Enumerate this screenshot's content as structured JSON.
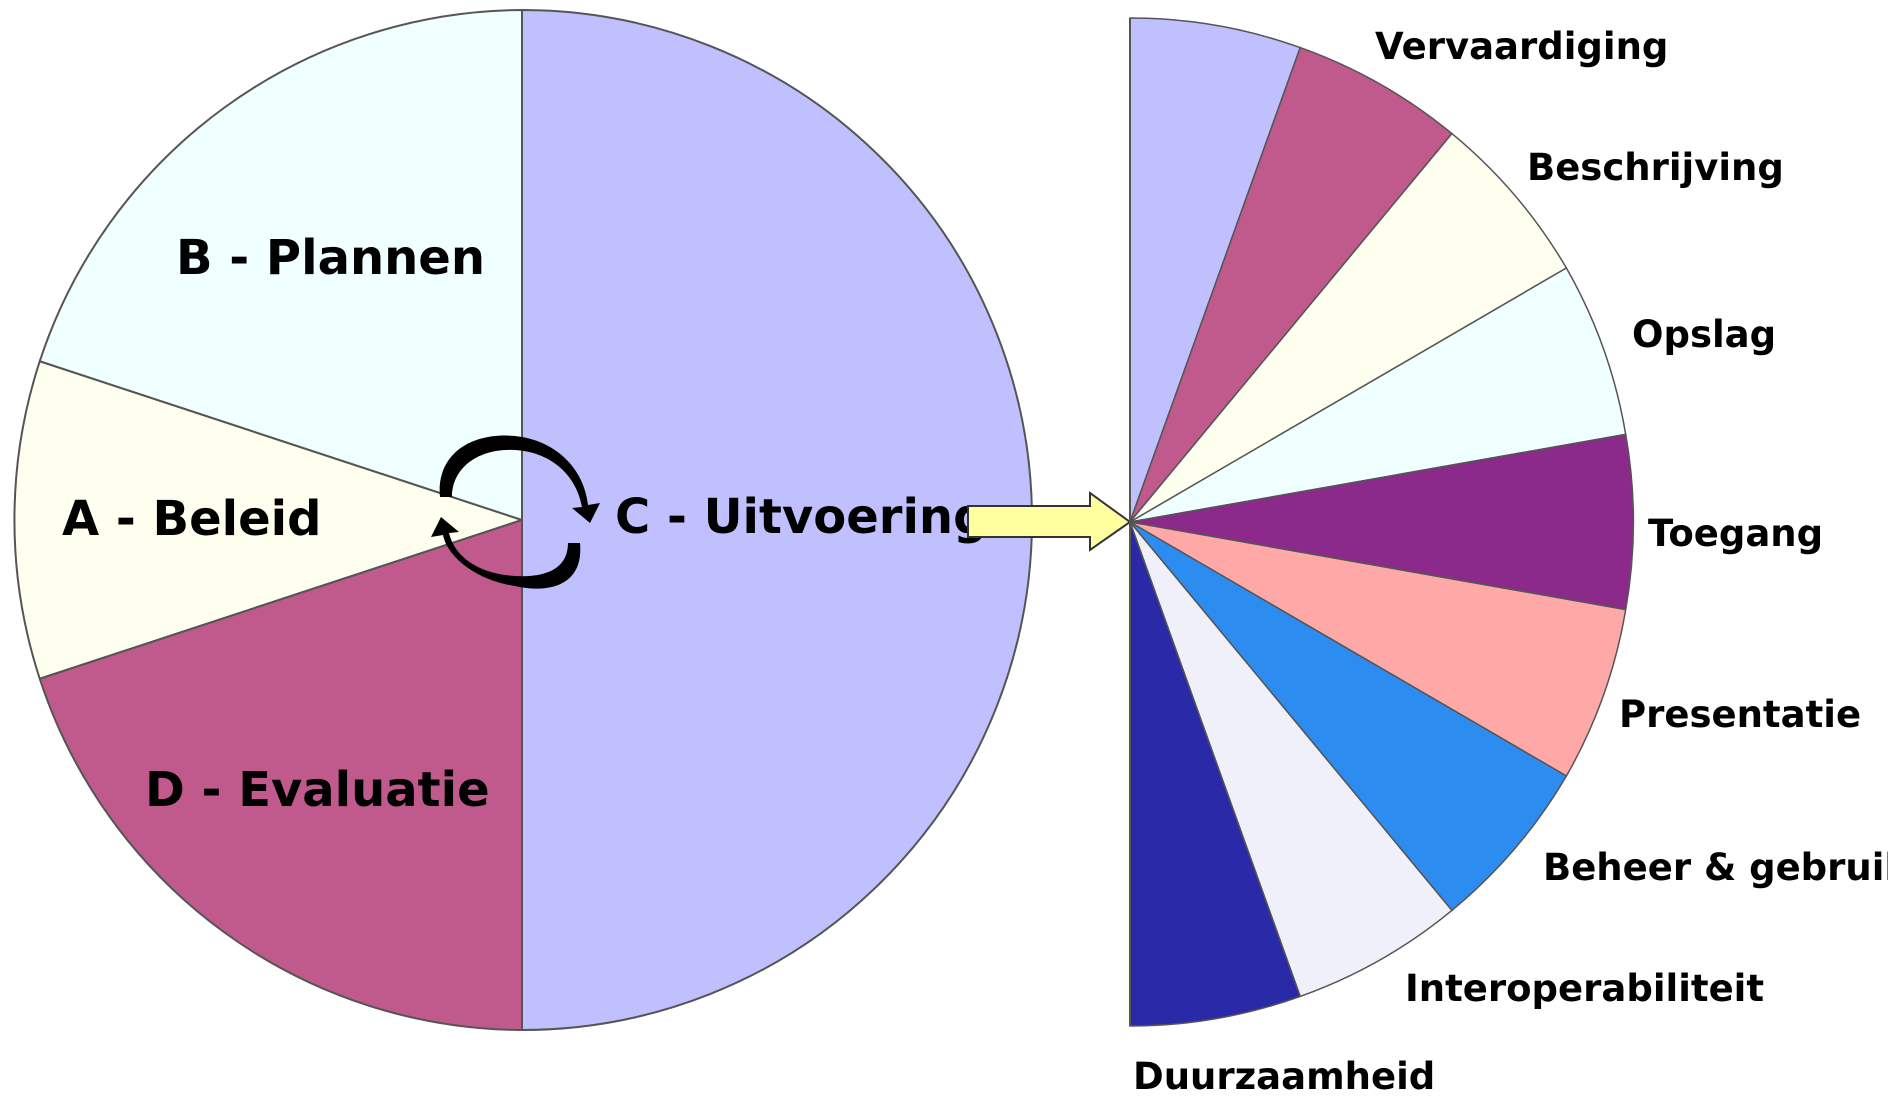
{
  "main_cycle": {
    "segments": [
      {
        "id": "A",
        "label": "A - Beleid",
        "color": "#FFFFF0"
      },
      {
        "id": "B",
        "label": "B - Plannen",
        "color": "#F0FFFF"
      },
      {
        "id": "C",
        "label": "C - Uitvoering",
        "color": "#C0C0FF"
      },
      {
        "id": "D",
        "label": "D - Evaluatie",
        "color": "#C05A8C"
      }
    ]
  },
  "execution_breakdown": {
    "segments": [
      {
        "id": "first",
        "label": "",
        "color": "#C0C0FF"
      },
      {
        "id": "vervaardiging",
        "label": "Vervaardiging",
        "color": "#C05A8C"
      },
      {
        "id": "beschrijving",
        "label": "Beschrijving",
        "color": "#FFFFF0"
      },
      {
        "id": "opslag",
        "label": "Opslag",
        "color": "#F0FFFF"
      },
      {
        "id": "toegang",
        "label": "Toegang",
        "color": "#8B2A8B"
      },
      {
        "id": "presentatie",
        "label": "Presentatie",
        "color": "#FFA8A8"
      },
      {
        "id": "beheer",
        "label": "Beheer & gebruik",
        "color": "#2D8CF0"
      },
      {
        "id": "interop",
        "label": "Interoperabiliteit",
        "color": "#F0F0FA"
      },
      {
        "id": "duurzaam",
        "label": "Duurzaamheid",
        "color": "#2A2AA8"
      }
    ]
  },
  "arrow_color": "#FFFFA0",
  "cycle_icon": "circular-arrows-icon"
}
